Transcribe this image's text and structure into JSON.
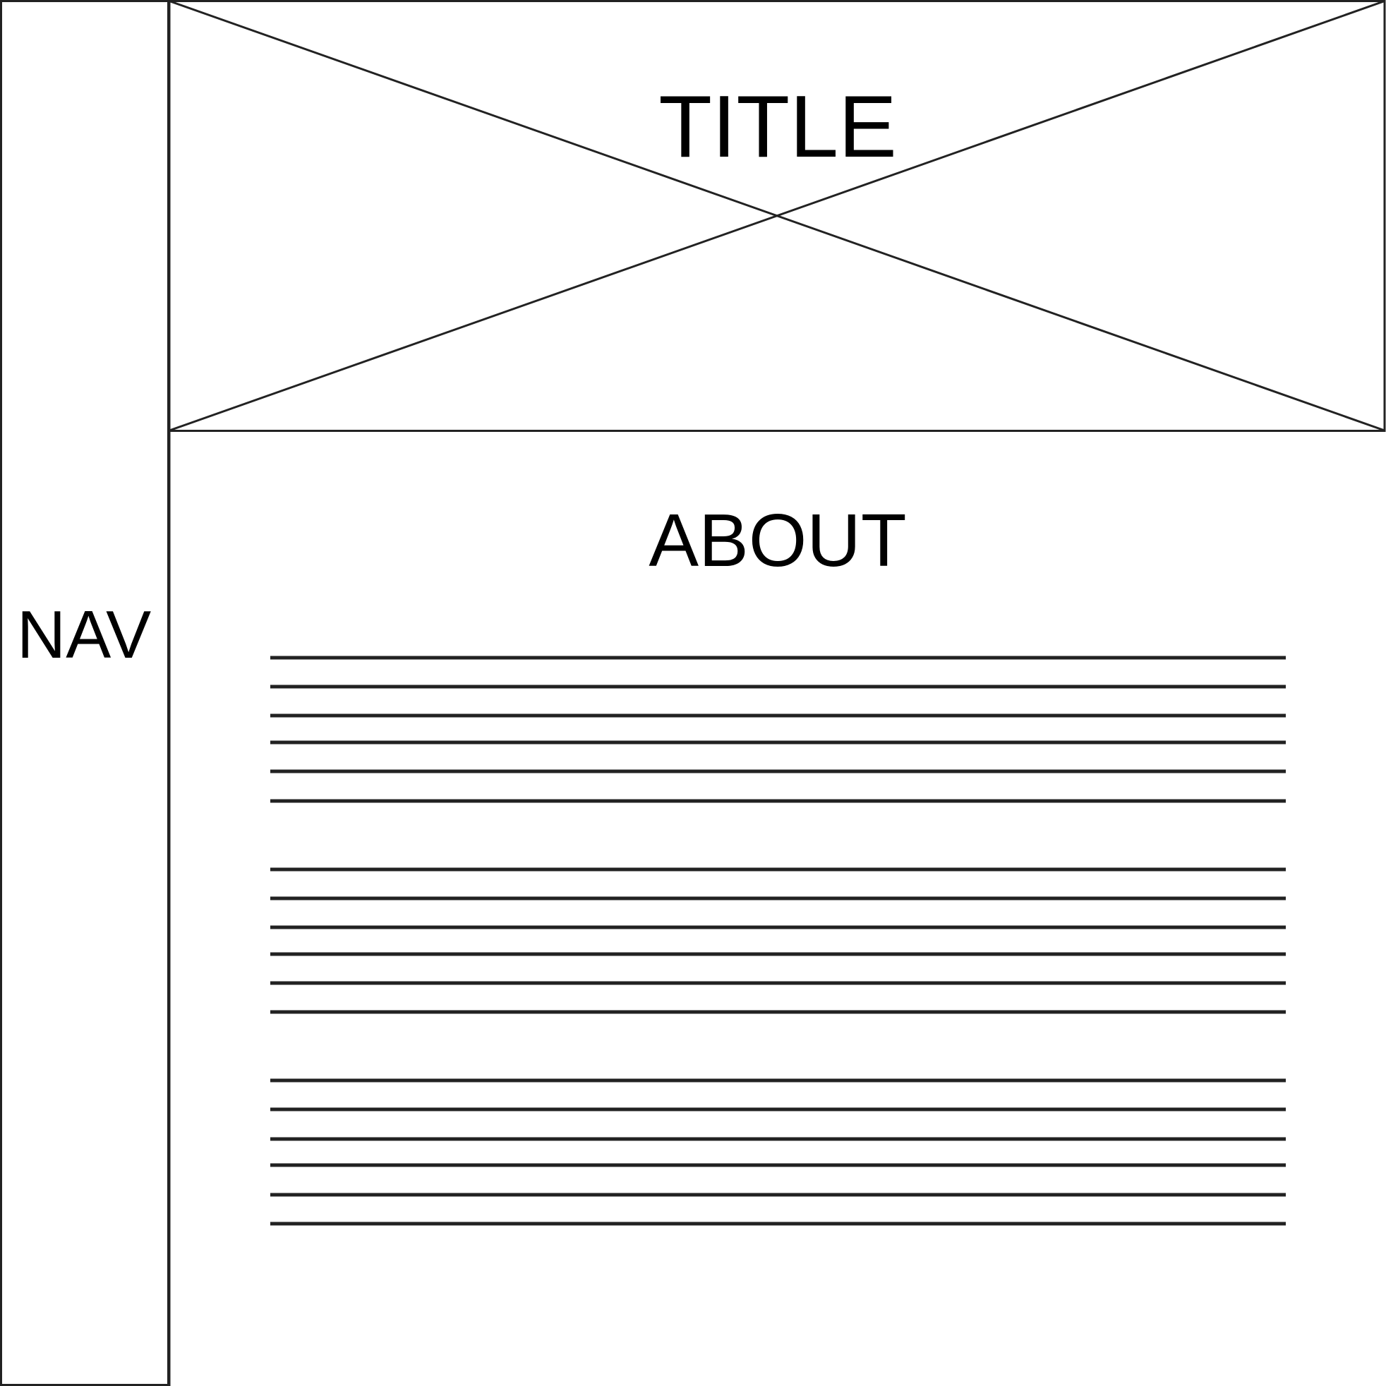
{
  "nav": {
    "label": "NAV"
  },
  "header": {
    "title": "TITLE"
  },
  "main": {
    "heading": "ABOUT"
  },
  "colors": {
    "stroke": "#222222",
    "text": "#000000",
    "background": "#ffffff"
  }
}
